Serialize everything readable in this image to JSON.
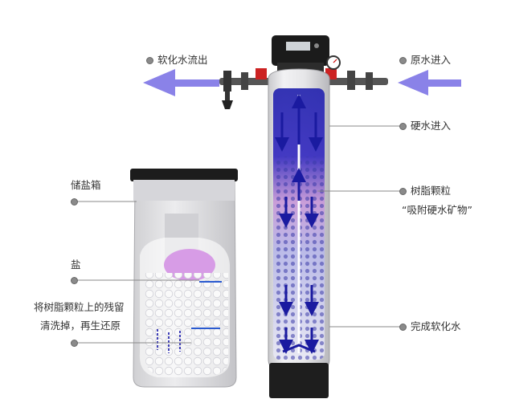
{
  "labels": {
    "soft_out": "软化水流出",
    "raw_in": "原水进入",
    "hard_in": "硬水进入",
    "resin_line1": "树脂颗粒",
    "resin_line2": "“吸附硬水矿物”",
    "brine_tank": "储盐箱",
    "salt": "盐",
    "regen_line1": "将树脂颗粒上的残留",
    "regen_line2": "清洗掉，再生还原",
    "soft_done": "完成软化水"
  },
  "colors": {
    "flow_arrow": "#8a82e8",
    "resin_blue": "#2a2aa8",
    "resin_pink": "#e0a0e8",
    "tank_body": "#e2e2e4",
    "lid": "#222222",
    "brine_lid": "#1c1c1c",
    "salt_purple": "#d79ce6"
  },
  "icons": {
    "left_arrow": "arrow-left-icon",
    "valve": "control-valve-icon",
    "gauge": "pressure-gauge-icon"
  }
}
